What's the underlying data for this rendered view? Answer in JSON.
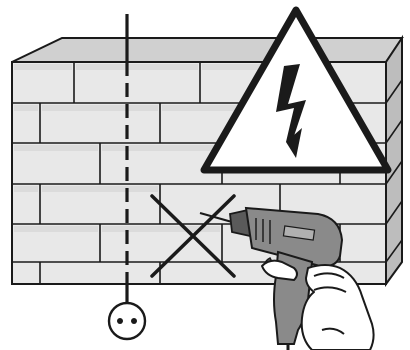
{
  "illustration": {
    "subject": "warning-do-not-drill-near-hidden-wiring",
    "elements": {
      "wall": "brick-wall",
      "hidden_cable": "dashed-vertical-cable-line",
      "outlet": "wall-socket-icon",
      "warning_sign": "high-voltage-warning-triangle",
      "prohibition": "x-cross-mark",
      "tool": "power-drill-in-hand"
    },
    "colors": {
      "brick_face": "#e8e8e8",
      "brick_top": "#d0d0d0",
      "brick_side": "#bdbdbd",
      "outline": "#1a1a1a",
      "drill_body": "#8a8a8a",
      "drill_dark": "#5a5a5a",
      "hand": "#ffffff",
      "background": "#ffffff"
    }
  }
}
